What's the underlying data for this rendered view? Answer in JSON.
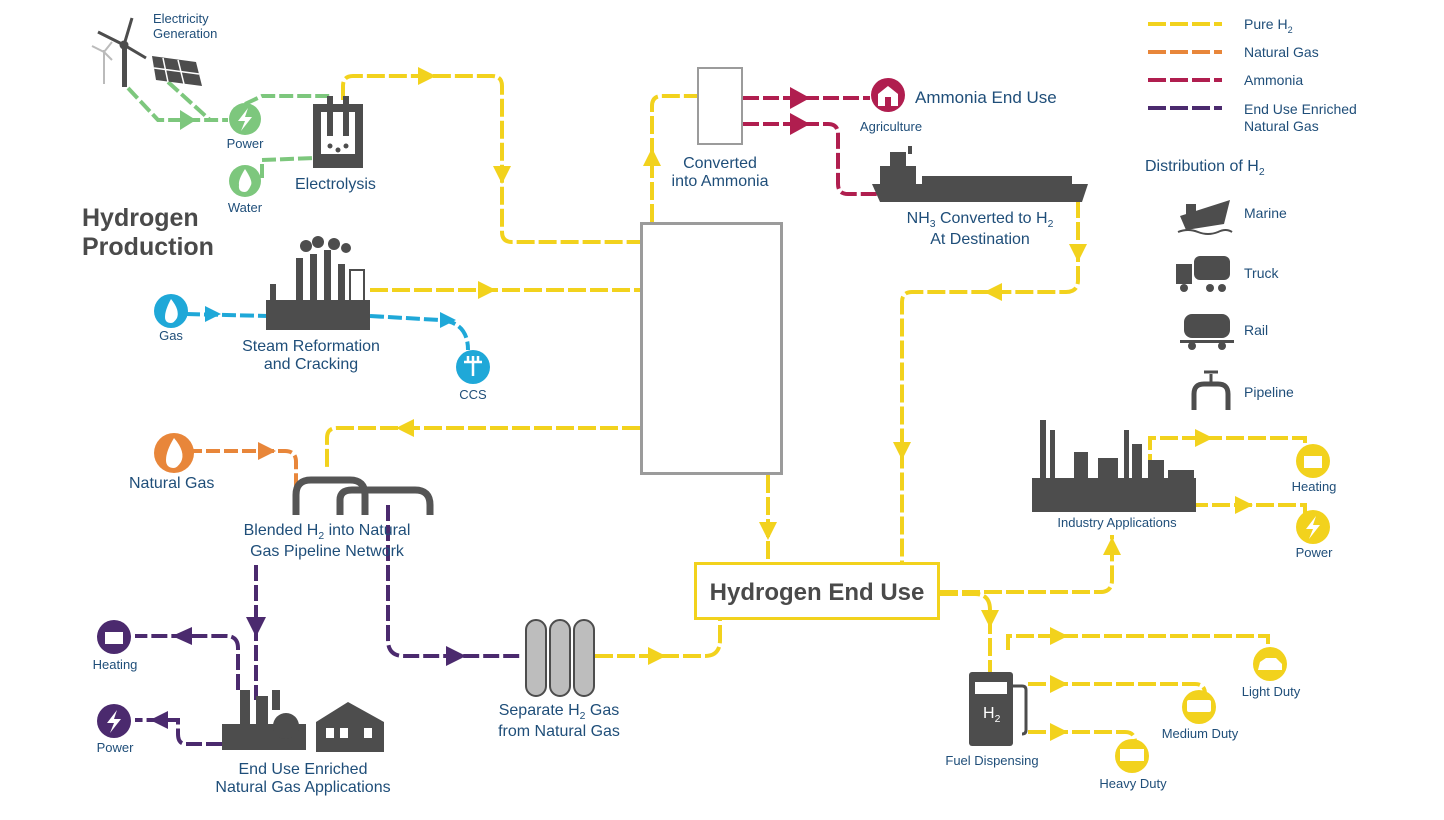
{
  "title": "Hydrogen Production",
  "title_line1": "Hydrogen",
  "title_line2": "Production",
  "h2_symbol": "H",
  "h2_sub": "2",
  "nh3_symbol": "NH",
  "nh3_sub": "3",
  "fuel_symbol": "H",
  "fuel_sub": "2",
  "sources": {
    "electricity_generation_1": "Electricity",
    "electricity_generation_2": "Generation",
    "power": "Power",
    "water": "Water",
    "electrolysis": "Electrolysis",
    "gas": "Gas",
    "steam_reformation_1": "Steam Reformation",
    "steam_reformation_2": "and Cracking",
    "ccs": "CCS",
    "natural_gas": "Natural Gas"
  },
  "ammonia": {
    "converted_1": "Converted",
    "converted_2": "into Ammonia",
    "end_use": "Ammonia End Use",
    "agriculture": "Agriculture",
    "converted_dest_pre": "NH",
    "converted_dest_sub1": "3",
    "converted_dest_mid": " Converted to H",
    "converted_dest_sub2": "2",
    "converted_dest_2": "At Destination"
  },
  "blended": {
    "line1_pre": "Blended H",
    "line1_sub": "2",
    "line1_post": " into Natural",
    "line2": "Gas Pipeline Network"
  },
  "enriched": {
    "heating": "Heating",
    "power": "Power",
    "label1": "End Use Enriched",
    "label2": "Natural Gas Applications"
  },
  "separate": {
    "line1_pre": "Separate H",
    "line1_sub": "2",
    "line1_post": " Gas",
    "line2": "from Natural Gas"
  },
  "end_use_label": "Hydrogen End Use",
  "industry": {
    "label": "Industry Applications",
    "heating": "Heating",
    "power": "Power"
  },
  "fuel": {
    "label": "Fuel Dispensing",
    "light": "Light Duty",
    "medium": "Medium Duty",
    "heavy": "Heavy Duty"
  },
  "legend": {
    "items": [
      {
        "label_pre": "Pure H",
        "label_sub": "2",
        "color": "#f2d21d"
      },
      {
        "label_pre": "Natural Gas",
        "label_sub": "",
        "color": "#e8863a"
      },
      {
        "label_pre": "Ammonia",
        "label_sub": "",
        "color": "#b01e4f"
      },
      {
        "label_pre": "End Use Enriched",
        "label_sub": "",
        "label_line2": "Natural Gas",
        "color": "#4b2a6e"
      }
    ],
    "distribution_pre": "Distribution of H",
    "distribution_sub": "2",
    "distribution_items": [
      {
        "label": "Marine",
        "icon": "ship-icon"
      },
      {
        "label": "Truck",
        "icon": "truck-icon"
      },
      {
        "label": "Rail",
        "icon": "rail-icon"
      },
      {
        "label": "Pipeline",
        "icon": "pipeline-icon"
      }
    ]
  },
  "colors": {
    "pure_h2": "#f2d21d",
    "natural_gas": "#e8863a",
    "ammonia": "#b01e4f",
    "enriched": "#4b2a6e",
    "electrolysis_green": "#7dc77d",
    "steam_blue": "#1fa8d8",
    "icon_gray": "#4d4d4d"
  }
}
